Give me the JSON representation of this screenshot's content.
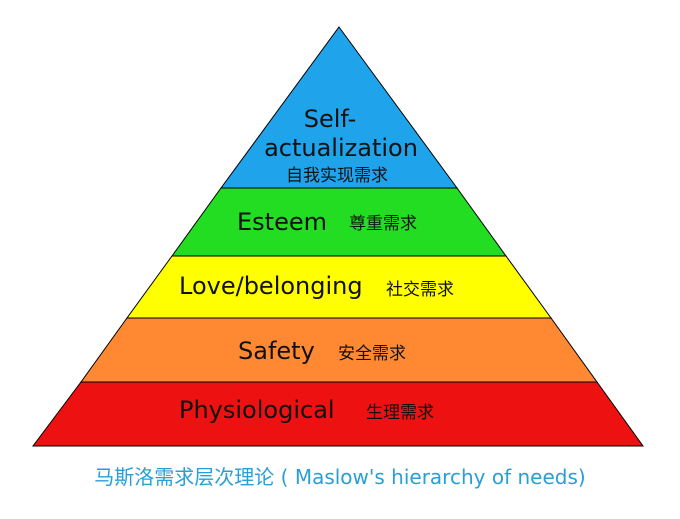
{
  "diagram": {
    "levels": [
      {
        "en_lines": [
          "Self-",
          "actualization"
        ],
        "cn": "自我实现需求",
        "color": "#1fa3ea"
      },
      {
        "en_lines": [
          "Esteem"
        ],
        "cn": "尊重需求",
        "color": "#22dd22"
      },
      {
        "en_lines": [
          "Love/belonging"
        ],
        "cn": "社交需求",
        "color": "#ffff00"
      },
      {
        "en_lines": [
          "Safety"
        ],
        "cn": "安全需求",
        "color": "#ff8833"
      },
      {
        "en_lines": [
          "Physiological"
        ],
        "cn": "生理需求",
        "color": "#ee1111"
      }
    ],
    "caption": "马斯洛需求层次理论 ( Maslow's hierarchy of needs)"
  }
}
